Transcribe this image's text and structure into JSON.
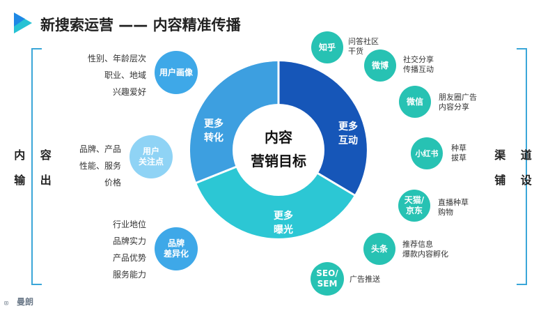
{
  "title": "新搜索运营 —— 内容精准传播",
  "left_label": [
    "内 容",
    "输 出"
  ],
  "right_label": [
    "渠 道",
    "铺 设"
  ],
  "center": {
    "line1": "内容",
    "line2": "营销目标",
    "segments": [
      {
        "line1": "更多",
        "line2": "转化"
      },
      {
        "line1": "更多",
        "line2": "互动"
      },
      {
        "line1": "更多",
        "line2": "曝光"
      }
    ]
  },
  "left_items": [
    {
      "circle": [
        "用户画像"
      ],
      "desc": [
        "性别、年龄层次",
        "职业、地域",
        "兴趣爱好"
      ]
    },
    {
      "circle": [
        "用户",
        "关注点"
      ],
      "desc": [
        "品牌、产品",
        "性能、服务",
        "价格"
      ]
    },
    {
      "circle": [
        "品牌",
        "差异化"
      ],
      "desc": [
        "行业地位",
        "品牌实力",
        "产品优势",
        "服务能力"
      ]
    }
  ],
  "channels": [
    {
      "circle": [
        "知乎"
      ],
      "desc": [
        "问答社区",
        "干货"
      ]
    },
    {
      "circle": [
        "微博"
      ],
      "desc": [
        "社交分享",
        "传播互动"
      ]
    },
    {
      "circle": [
        "微信"
      ],
      "desc": [
        "朋友圈广告",
        "内容分享"
      ]
    },
    {
      "circle": [
        "小红书"
      ],
      "desc": [
        "种草",
        "拔草"
      ]
    },
    {
      "circle": [
        "天猫/",
        "京东"
      ],
      "desc": [
        "直播种草",
        "购物"
      ]
    },
    {
      "circle": [
        "头条"
      ],
      "desc": [
        "推荐信息",
        "爆款内容孵化"
      ]
    },
    {
      "circle": [
        "SEO/",
        "SEM"
      ],
      "desc": [
        "广告推送"
      ]
    }
  ],
  "watermark": "曼朗",
  "colors": {
    "segment_convert": "#3d9fe0",
    "segment_interact": "#1656b8",
    "segment_exposure": "#2cc7d4",
    "left_circle": "#3ea8e8",
    "left_circle_light": "#8fd3f5",
    "channel_circle": "#27c2b3",
    "bracket": "#3aa6d8"
  }
}
